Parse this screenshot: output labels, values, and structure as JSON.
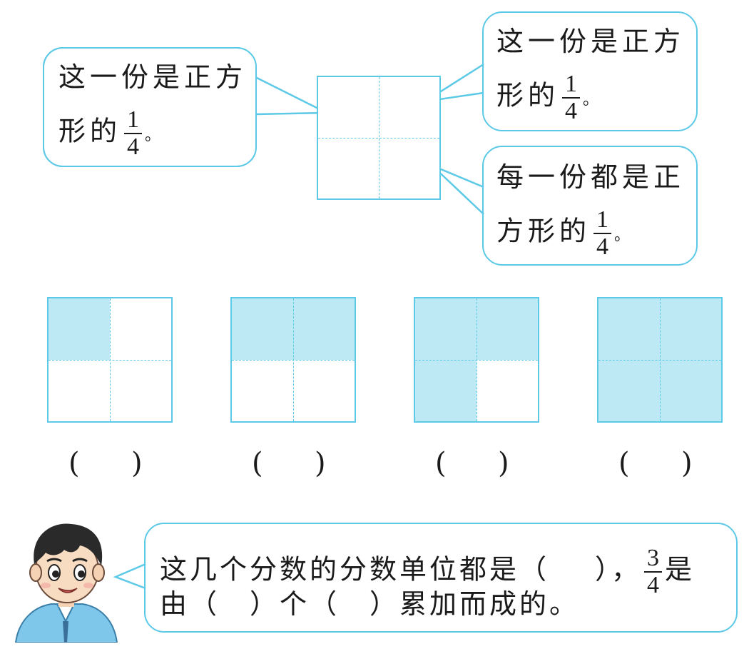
{
  "top_bubbles": {
    "left": {
      "line1": "这一份是正方",
      "line2_prefix": "形的",
      "numerator": "1",
      "denominator": "4",
      "end": "。"
    },
    "right_top": {
      "line1": "这一份是正方",
      "line2_prefix": "形的",
      "numerator": "1",
      "denominator": "4",
      "end": "。"
    },
    "right_bottom": {
      "line1": "每一份都是正",
      "line2_prefix": "方形的",
      "numerator": "1",
      "denominator": "4",
      "end": "。"
    }
  },
  "squares": [
    {
      "label": "square-1",
      "shaded_quarters": 1,
      "answer_open": "(",
      "answer_close": ")"
    },
    {
      "label": "square-2",
      "shaded_quarters": 2,
      "answer_open": "(",
      "answer_close": ")"
    },
    {
      "label": "square-3",
      "shaded_quarters": 3,
      "answer_open": "(",
      "answer_close": ")"
    },
    {
      "label": "square-4",
      "shaded_quarters": 4,
      "answer_open": "(",
      "answer_close": ")"
    }
  ],
  "bottom_bubble": {
    "line1_a": "这几个分数的分数单位都是（",
    "line1_b": "），",
    "numerator": "3",
    "denominator": "4",
    "line1_c": "是",
    "line2": "由（　）个（　）累加而成的。"
  },
  "colors": {
    "accent": "#5cc9e6",
    "shade": "#bde9f5"
  }
}
